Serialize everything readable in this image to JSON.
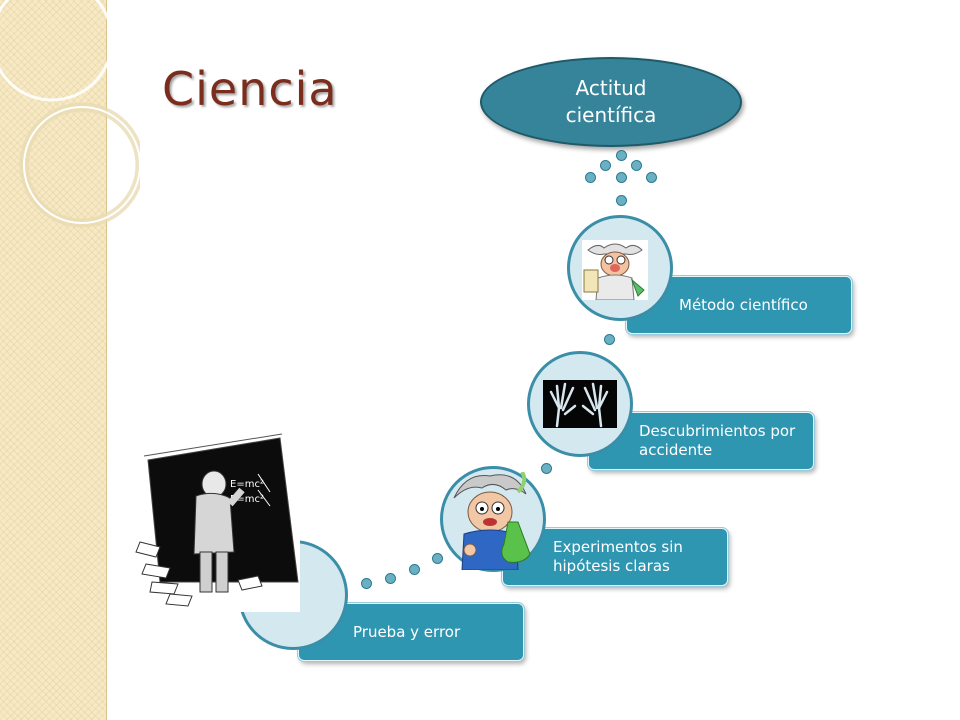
{
  "title": "Ciencia",
  "top_node": {
    "label": "Actitud científica"
  },
  "steps": [
    {
      "label": "Prueba y error",
      "icon": "blackboard-scientist-icon"
    },
    {
      "label": "Experimentos sin hipótesis claras",
      "icon": "scientist-flask-icon"
    },
    {
      "label": "Descubrimientos por accidente",
      "icon": "xray-hands-icon"
    },
    {
      "label": "Método científico",
      "icon": "professor-icon"
    }
  ],
  "colors": {
    "accent": "#2f96b1",
    "oval": "#35849a",
    "title": "#7a2d1c",
    "stripe": "#f6e9c4"
  }
}
